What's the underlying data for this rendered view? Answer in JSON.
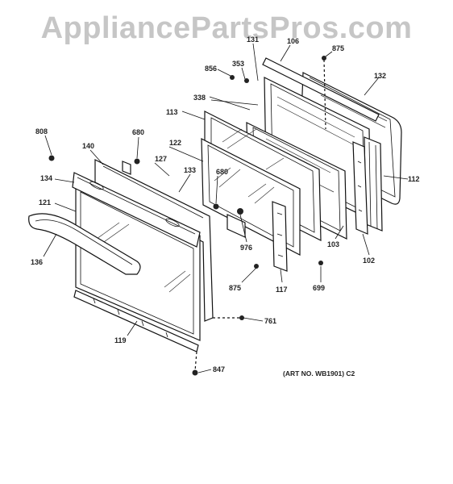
{
  "watermark": "AppliancePartsPros.com",
  "art_number": "(ART NO. WB1901) C2",
  "callouts": {
    "c106": "106",
    "c875a": "875",
    "c131": "131",
    "c856": "856",
    "c353": "353",
    "c132": "132",
    "c338": "338",
    "c113": "113",
    "c808": "808",
    "c680a": "680",
    "c122": "122",
    "c140": "140",
    "c127": "127",
    "c133": "133",
    "c680b": "680",
    "c134": "134",
    "c112": "112",
    "c121": "121",
    "c976": "976",
    "c103": "103",
    "c136": "136",
    "c102": "102",
    "c875b": "875",
    "c117": "117",
    "c699": "699",
    "c761": "761",
    "c119": "119",
    "c847": "847"
  }
}
